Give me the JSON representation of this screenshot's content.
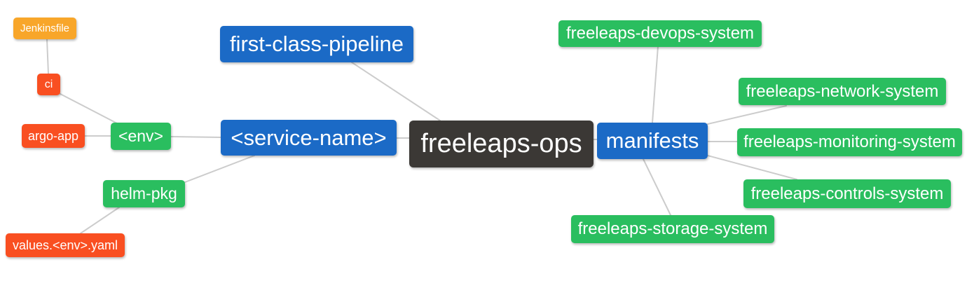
{
  "diagram": {
    "type": "mindmap",
    "root_id": "freeleaps_ops"
  },
  "colors": {
    "background": "#ffffff",
    "edge": "#cccccc",
    "node_text": "#ffffff",
    "root": "#3b3835",
    "branch_blue": "#1b6ac6",
    "leaf_green": "#2abe5f",
    "leaf_orange": "#f94f21",
    "leaf_amber": "#f8a62a"
  },
  "nodes": {
    "freeleaps_ops": {
      "label": "freeleaps-ops",
      "level": "root"
    },
    "first_class_pipeline": {
      "label": "first-class-pipeline",
      "level": "branch"
    },
    "service_name": {
      "label": "<service-name>",
      "level": "branch"
    },
    "manifests": {
      "label": "manifests",
      "level": "branch"
    },
    "env": {
      "label": "<env>",
      "level": "leaf"
    },
    "helm_pkg": {
      "label": "helm-pkg",
      "level": "leaf"
    },
    "argo_app": {
      "label": "argo-app",
      "level": "subleaf"
    },
    "ci": {
      "label": "ci",
      "level": "subleaf"
    },
    "jenkinsfile": {
      "label": "Jenkinsfile",
      "level": "subsubleaf"
    },
    "values_env_yaml": {
      "label": "values.<env>.yaml",
      "level": "subleaf"
    },
    "devops_system": {
      "label": "freeleaps-devops-system",
      "level": "leaf"
    },
    "network_system": {
      "label": "freeleaps-network-system",
      "level": "leaf"
    },
    "monitoring_system": {
      "label": "freeleaps-monitoring-system",
      "level": "leaf"
    },
    "controls_system": {
      "label": "freeleaps-controls-system",
      "level": "leaf"
    },
    "storage_system": {
      "label": "freeleaps-storage-system",
      "level": "leaf"
    }
  },
  "edges": [
    {
      "from": "jenkinsfile",
      "to": "ci"
    },
    {
      "from": "ci",
      "to": "env"
    },
    {
      "from": "argo_app",
      "to": "env"
    },
    {
      "from": "env",
      "to": "service_name"
    },
    {
      "from": "helm_pkg",
      "to": "service_name"
    },
    {
      "from": "values_env_yaml",
      "to": "helm_pkg"
    },
    {
      "from": "first_class_pipeline",
      "to": "freeleaps_ops"
    },
    {
      "from": "service_name",
      "to": "freeleaps_ops"
    },
    {
      "from": "freeleaps_ops",
      "to": "manifests"
    },
    {
      "from": "manifests",
      "to": "devops_system"
    },
    {
      "from": "manifests",
      "to": "network_system"
    },
    {
      "from": "manifests",
      "to": "monitoring_system"
    },
    {
      "from": "manifests",
      "to": "controls_system"
    },
    {
      "from": "manifests",
      "to": "storage_system"
    }
  ]
}
